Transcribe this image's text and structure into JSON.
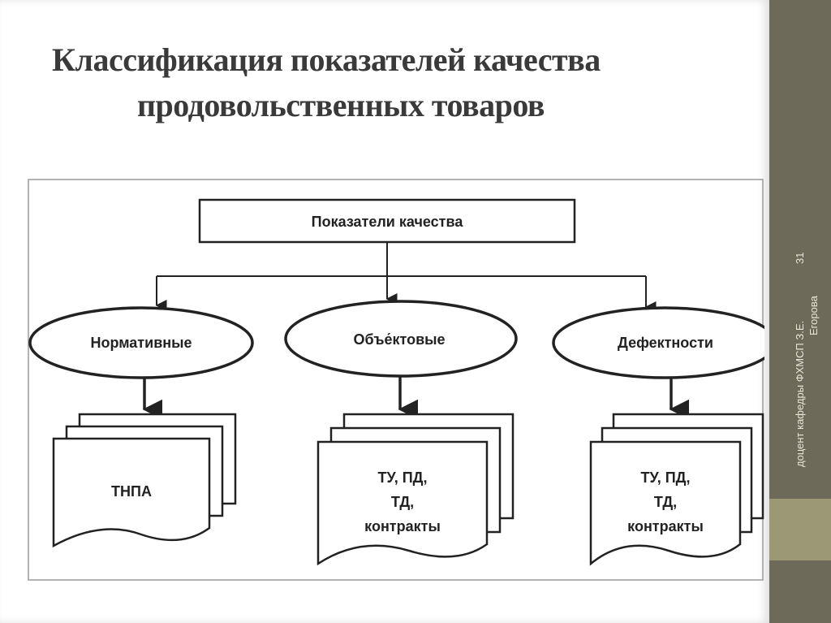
{
  "title": {
    "line1": "Классификация показателей качества",
    "line2": "продовольственных товаров"
  },
  "sidebar": {
    "line1": "доцент кафедры ФХМСП З.Е.",
    "line2": "Егорова",
    "page_number": "31"
  },
  "diagram": {
    "root": "Показатели качества",
    "categories": [
      {
        "label": "Нормативные",
        "document": [
          "ТНПА"
        ]
      },
      {
        "label": "Объе́ктовые",
        "document": [
          "ТУ, ПД,",
          "ТД,",
          "контракты"
        ]
      },
      {
        "label": "Дефектности",
        "document": [
          "ТУ, ПД,",
          "ТД,",
          "контракты"
        ]
      }
    ]
  }
}
